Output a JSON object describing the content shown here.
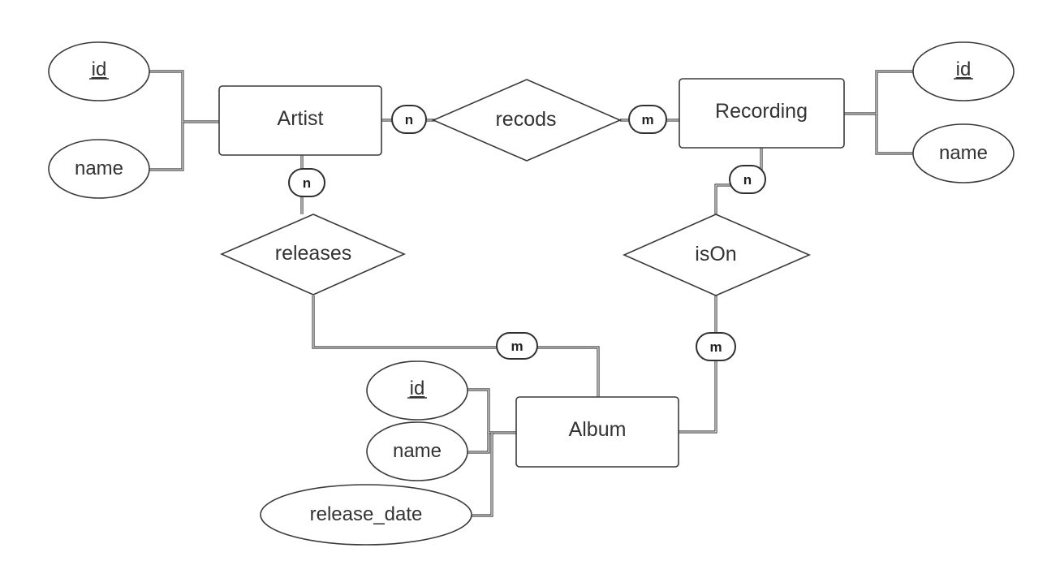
{
  "entities": {
    "artist": "Artist",
    "recording": "Recording",
    "album": "Album"
  },
  "relationships": {
    "recods": "recods",
    "releases": "releases",
    "isOn": "isOn"
  },
  "attributes": {
    "artist_id": "id",
    "artist_name": "name",
    "recording_id": "id",
    "recording_name": "name",
    "album_id": "id",
    "album_name": "name",
    "album_release_date": "release_date"
  },
  "cardinalities": {
    "artist_recods": "n",
    "recods_recording": "m",
    "artist_releases": "n",
    "releases_album": "m",
    "recording_ison": "n",
    "ison_album": "m"
  },
  "colors": {
    "stroke": "#3a3a3a",
    "text": "#333333",
    "background": "#ffffff"
  }
}
